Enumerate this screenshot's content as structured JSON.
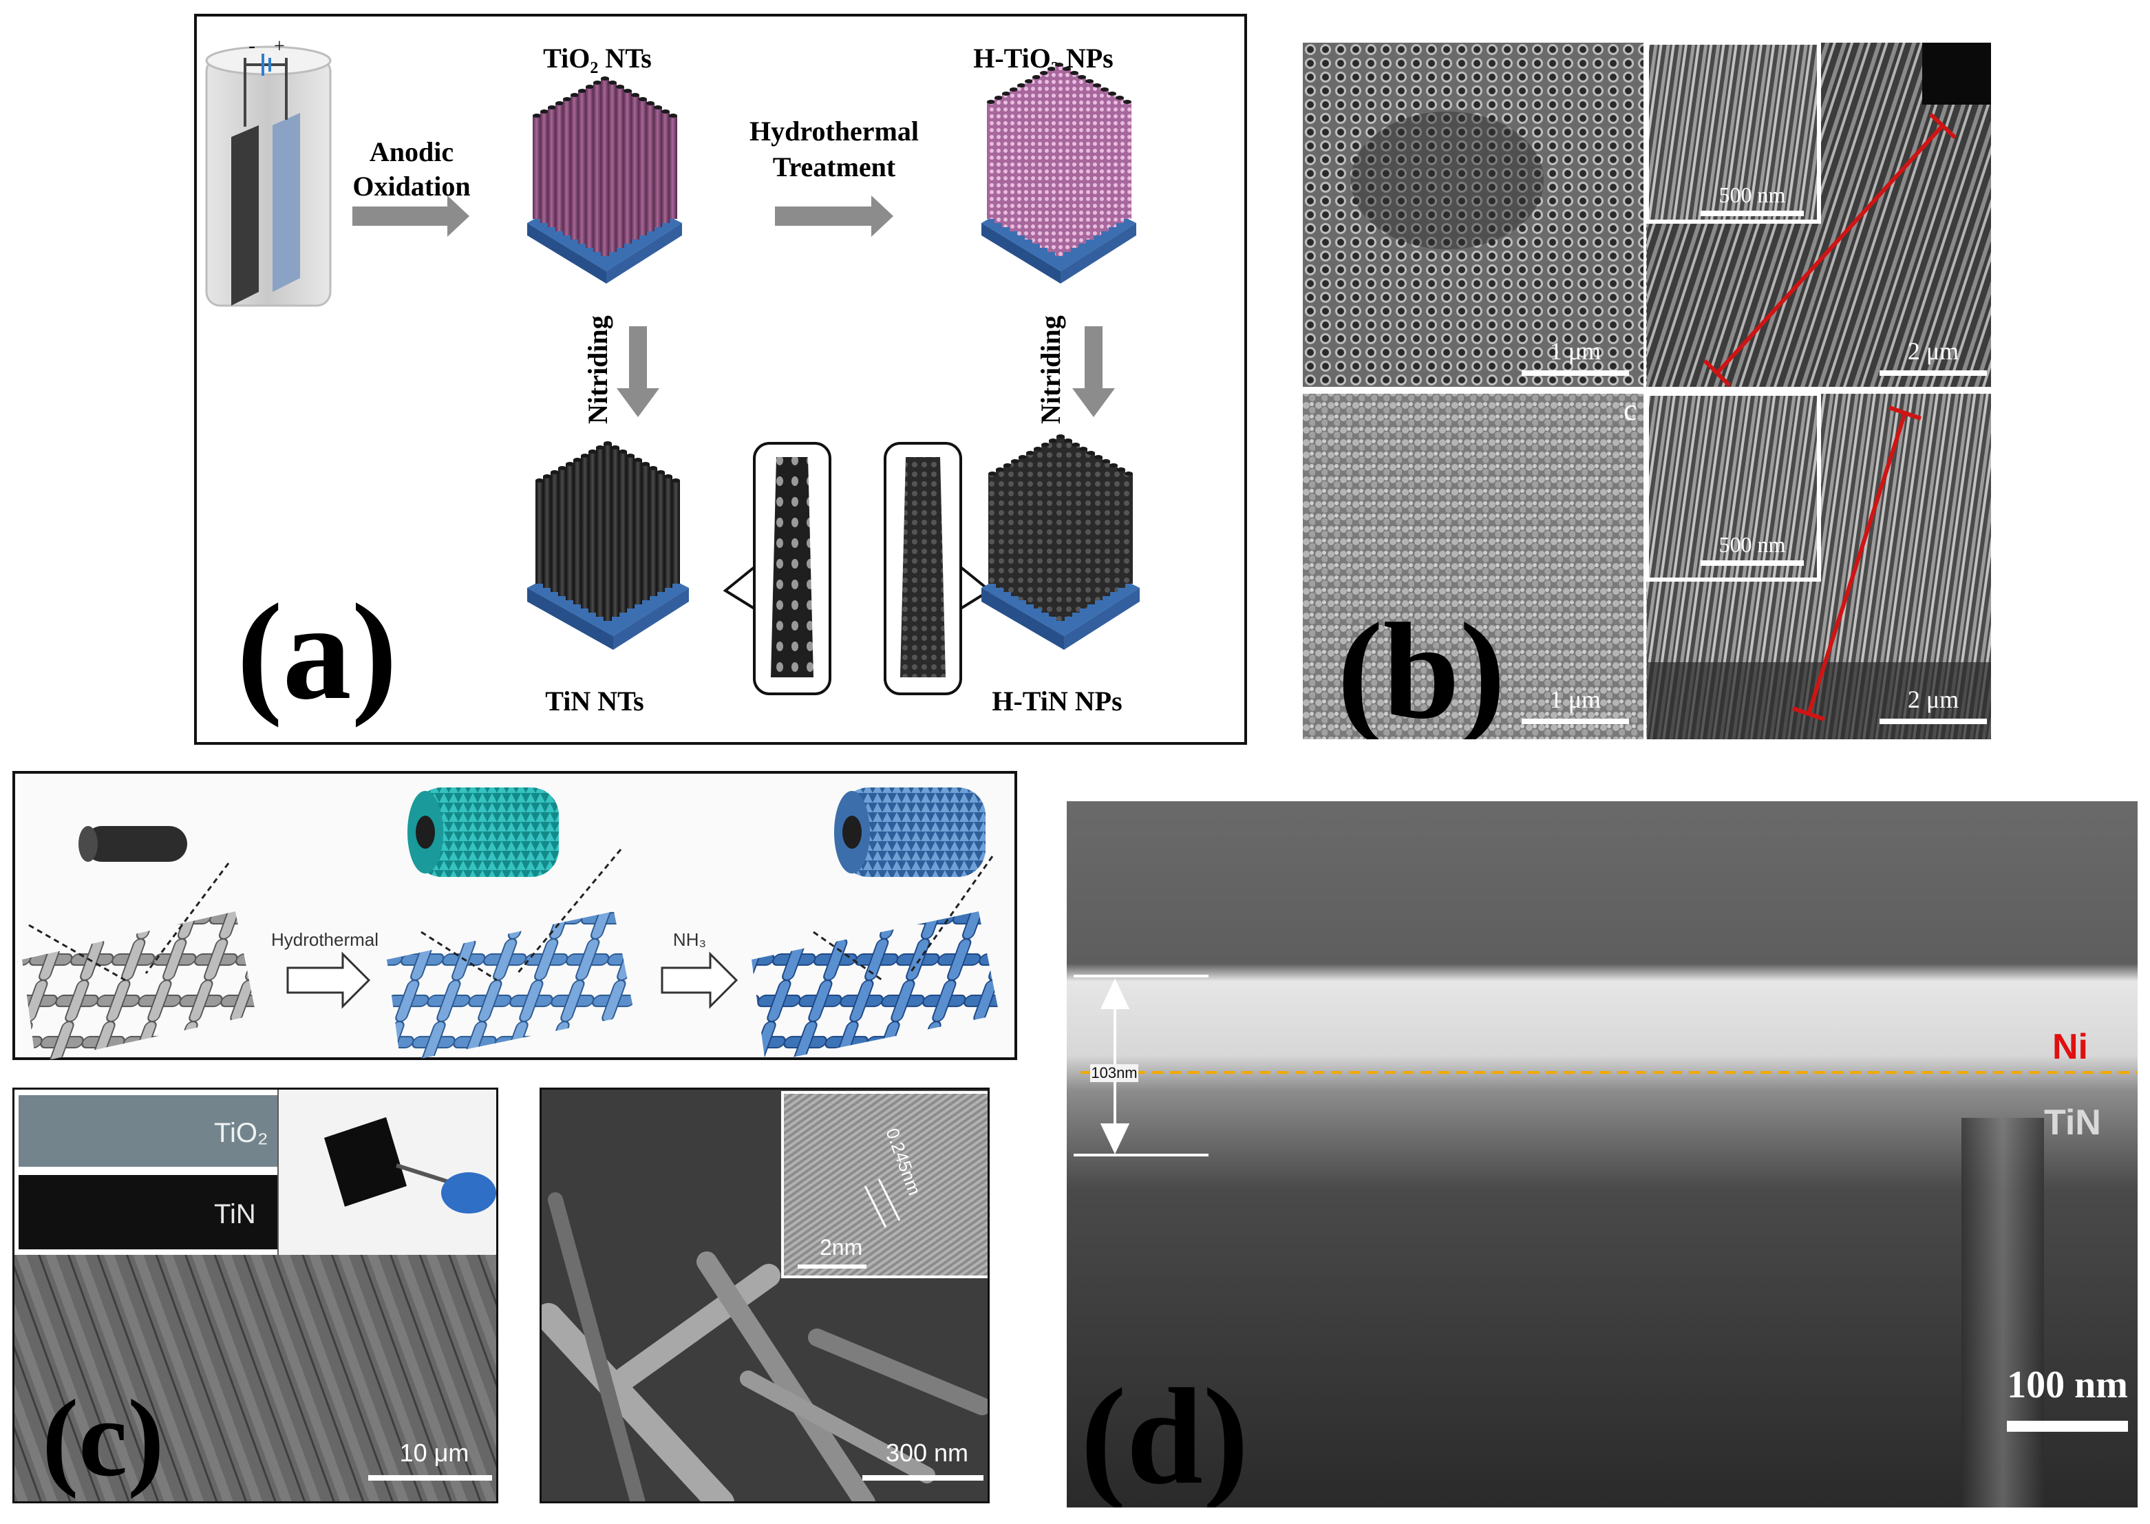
{
  "panel_a": {
    "panel_label": "(a)",
    "tio2_nts": "TiO₂ NTs",
    "h_tio2_nps": "H-TiO₂ NPs",
    "anodic": "Anodic",
    "oxidation": "Oxidation",
    "hydrothermal": "Hydrothermal",
    "treatment": "Treatment",
    "nitriding_left": "Nitriding",
    "nitriding_right": "Nitriding",
    "tin_nts": "TiN NTs",
    "h_tin_nps": "H-TiN NPs",
    "electrode_minus": "-",
    "electrode_plus": "+"
  },
  "panel_b": {
    "panel_label": "(b)",
    "top_left_scale": "1 μm",
    "top_right_scale": "2 μm",
    "top_inset_scale": "500 nm",
    "bottom_left_scale": "1 μm",
    "bottom_right_scale": "2 μm",
    "bottom_inset_scale": "500 nm",
    "inset_letter": "c"
  },
  "panel_c": {
    "panel_label": "(c)",
    "scheme_step1": "Hydrothermal",
    "scheme_step2": "NH₃",
    "photo_tio2": "TiO₂",
    "photo_tin": "TiN",
    "sem_scale": "10 μm",
    "tem_scale": "300 nm",
    "hrtem_scale": "2nm",
    "lattice": "0.245nm"
  },
  "panel_d": {
    "panel_label": "(d)",
    "thickness": "103nm",
    "layer_ni": "Ni",
    "layer_tin": "TiN",
    "scale": "100 nm"
  },
  "colors": {
    "arrow_gray": "#8c8c8c",
    "tube_purple": "#8a4a7a",
    "substrate_blue": "#4a78b8",
    "measure_red": "#d01414",
    "ni_red": "#e01010",
    "interface_orange": "#f2a900",
    "mesh_blue": "#4d84c4",
    "brush_teal": "#1fa6a6"
  }
}
